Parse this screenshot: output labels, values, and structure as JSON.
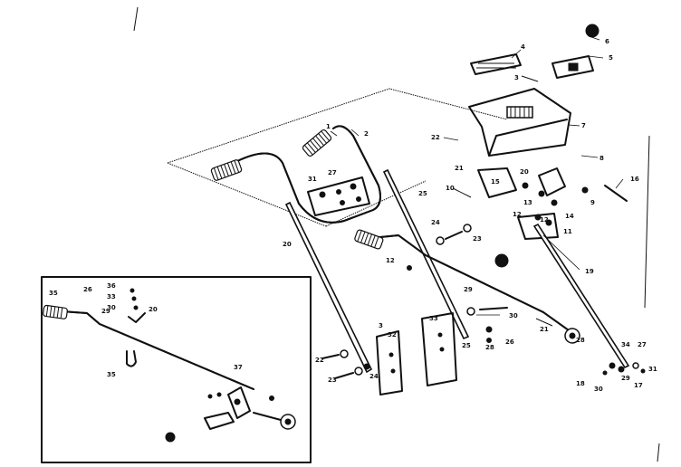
{
  "callouts": [
    {
      "id": "c-6",
      "text": "6"
    },
    {
      "id": "c-4",
      "text": "4"
    },
    {
      "id": "c-3a",
      "text": "3"
    },
    {
      "id": "c-5",
      "text": "5"
    },
    {
      "id": "c-1",
      "text": "1"
    },
    {
      "id": "c-2",
      "text": "2"
    },
    {
      "id": "c-7",
      "text": "7"
    },
    {
      "id": "c-22a",
      "text": "22"
    },
    {
      "id": "c-8",
      "text": "8"
    },
    {
      "id": "c-21a",
      "text": "21"
    },
    {
      "id": "c-20a",
      "text": "20"
    },
    {
      "id": "c-16",
      "text": "16"
    },
    {
      "id": "c-15",
      "text": "15"
    },
    {
      "id": "c-9",
      "text": "9"
    },
    {
      "id": "c-10",
      "text": "10"
    },
    {
      "id": "c-14",
      "text": "14"
    },
    {
      "id": "c-12a",
      "text": "12"
    },
    {
      "id": "c-13",
      "text": "13"
    },
    {
      "id": "c-11",
      "text": "11"
    },
    {
      "id": "c-12b",
      "text": "12"
    },
    {
      "id": "c-25a",
      "text": "25"
    },
    {
      "id": "c-19",
      "text": "19"
    },
    {
      "id": "c-24a",
      "text": "24"
    },
    {
      "id": "c-23a",
      "text": "23"
    },
    {
      "id": "c-12c",
      "text": "12"
    },
    {
      "id": "c-20b",
      "text": "20"
    },
    {
      "id": "c-31a",
      "text": "31"
    },
    {
      "id": "c-27a",
      "text": "27"
    },
    {
      "id": "c-29a",
      "text": "29"
    },
    {
      "id": "c-30",
      "text": "30"
    },
    {
      "id": "c-33",
      "text": "33"
    },
    {
      "id": "c-28a",
      "text": "28"
    },
    {
      "id": "c-25b",
      "text": "25"
    },
    {
      "id": "c-26",
      "text": "26"
    },
    {
      "id": "c-32",
      "text": "32"
    },
    {
      "id": "c-21b",
      "text": "21"
    },
    {
      "id": "c-28b",
      "text": "28"
    },
    {
      "id": "c-22b",
      "text": "22"
    },
    {
      "id": "c-23b",
      "text": "23"
    },
    {
      "id": "c-24b",
      "text": "24"
    },
    {
      "id": "c-3b",
      "text": "3"
    },
    {
      "id": "c-18",
      "text": "18"
    },
    {
      "id": "c-17",
      "text": "17"
    },
    {
      "id": "c-34",
      "text": "34"
    },
    {
      "id": "c-27b",
      "text": "27"
    },
    {
      "id": "c-30b",
      "text": "30"
    },
    {
      "id": "c-31b",
      "text": "31"
    },
    {
      "id": "c-29b",
      "text": "29"
    },
    {
      "id": "c-36",
      "text": "36"
    },
    {
      "id": "c-35",
      "text": "35"
    },
    {
      "id": "c-26b",
      "text": "26"
    },
    {
      "id": "c-33b",
      "text": "33"
    },
    {
      "id": "c-30c",
      "text": "30"
    },
    {
      "id": "c-29c",
      "text": "29"
    },
    {
      "id": "c-20c",
      "text": "20"
    },
    {
      "id": "c-35b",
      "text": "35"
    },
    {
      "id": "c-37",
      "text": "37"
    }
  ]
}
